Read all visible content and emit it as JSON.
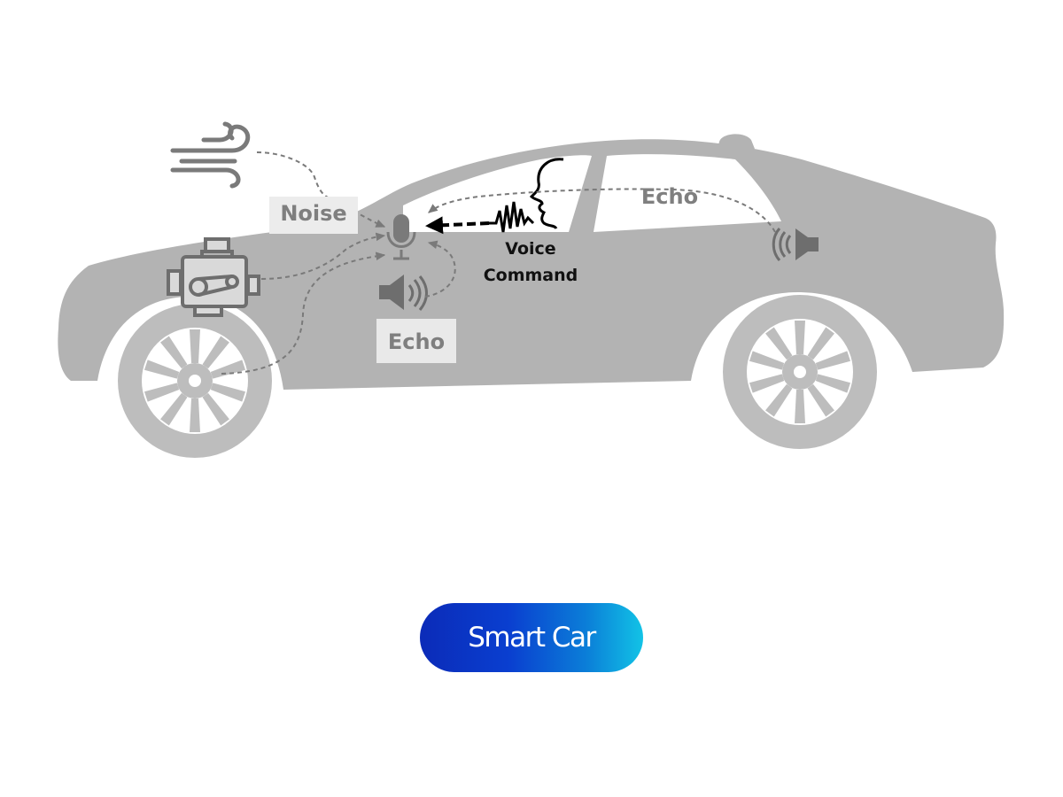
{
  "diagram": {
    "labels": {
      "noise": "Noise",
      "echo_front": "Echo",
      "echo_rear": "Echo",
      "voice_line1": "Voice",
      "voice_line2": "Command"
    },
    "icons": {
      "wind": "wind-icon",
      "engine": "engine-icon",
      "microphone": "microphone-icon",
      "front_speaker": "speaker-icon",
      "rear_speaker": "speaker-icon",
      "voice_wave": "voice-waveform-icon",
      "face": "face-profile-icon"
    },
    "colors": {
      "car_body": "#b3b3b3",
      "wheel": "#bdbdbd",
      "rim": "#ffffff",
      "window": "#ffffff",
      "icon_gray": "#7a7a7a",
      "label_gray": "#7f7f7f",
      "label_box": "#e9e9e9",
      "dashed_line": "#7a7a7a",
      "voice_arrow": "#000000"
    }
  },
  "button": {
    "label": "Smart Car",
    "gradient": [
      "#0b2bb8",
      "#12c3e6"
    ]
  }
}
